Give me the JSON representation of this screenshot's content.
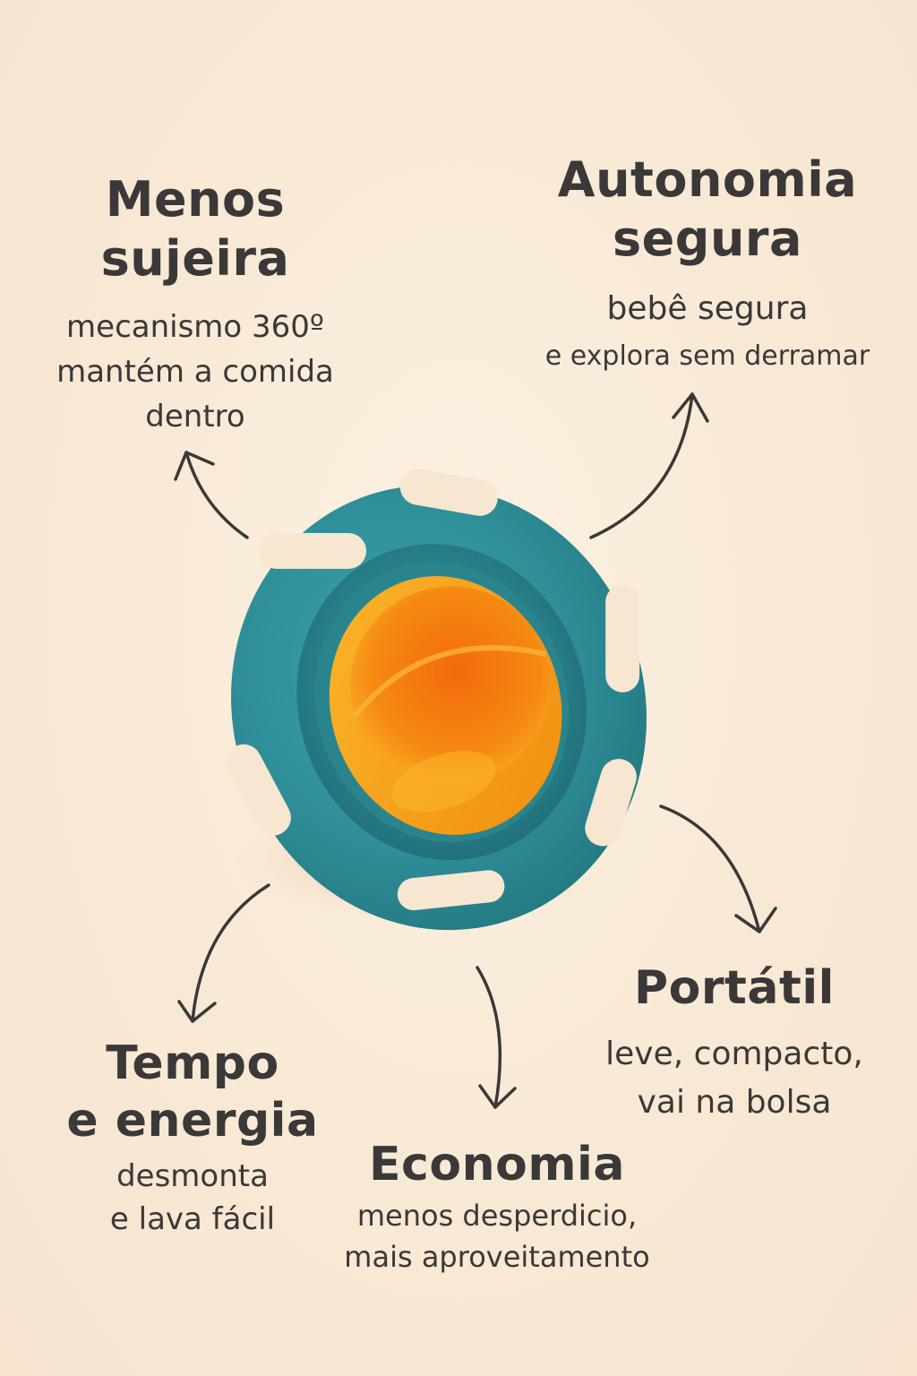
{
  "features": {
    "menos": {
      "title": [
        "Menos",
        "sujeira"
      ],
      "desc": [
        "mecanismo 360º",
        "mantém a comida",
        "dentro"
      ]
    },
    "autonomia": {
      "title": [
        "Autonomia",
        "segura"
      ],
      "desc_main": "bebê segura",
      "desc_small": "e explora sem derramar"
    },
    "portatil": {
      "title": "Portátil",
      "desc": [
        "leve, compacto,",
        "vai na bolsa"
      ]
    },
    "tempo": {
      "title": [
        "Tempo",
        "e energia"
      ],
      "desc": [
        "desmonta",
        "e lava fácil"
      ]
    },
    "economia": {
      "title": "Economia",
      "desc": [
        "menos desperdicio,",
        "mais aproveitamento"
      ]
    }
  },
  "colors": {
    "background": "#f9ead6",
    "text": "#3a3838",
    "bowl_outer": "#2f8f99",
    "bowl_inner": "#f39a1a",
    "arrow": "#3a3838"
  },
  "icons": {
    "product": "gyro-bowl-illustration",
    "arrows": "curved-arrow-icon"
  }
}
